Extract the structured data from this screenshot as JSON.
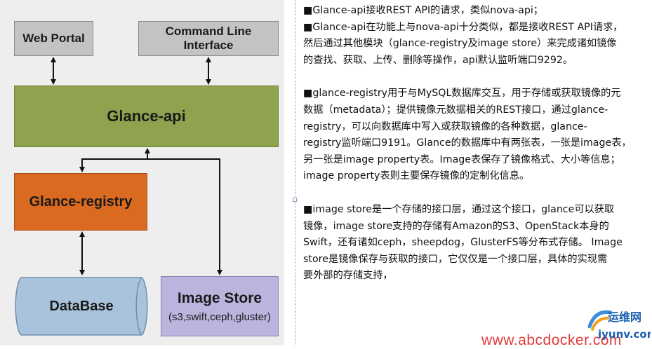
{
  "diagram": {
    "web_portal": "Web Portal",
    "cli": "Command Line Interface",
    "glance_api": "Glance-api",
    "glance_registry": "Glance-registry",
    "database": "DataBase",
    "image_store_title": "Image Store",
    "image_store_backends": "(s3,swift,ceph,gluster)"
  },
  "notes": {
    "p1": "■Glance-api接收REST API的请求，类似nova-api；",
    "p2_l1": "■Glance-api在功能上与nova-api十分类似，都是接收REST API请求，",
    "p2_l2": "然后通过其他模块（glance-registry及image store）来完成诸如镜像",
    "p2_l3": "的查找、获取、上传、删除等操作，api默认监听端口9292。",
    "p3_l1": "■glance-registry用于与MySQL数据库交互，用于存储或获取镜像的元",
    "p3_l2": "数据（metadata）；提供镜像元数据相关的REST接口，通过glance-",
    "p3_l3": "registry，可以向数据库中写入或获取镜像的各种数据，glance-",
    "p3_l4": "registry监听端口9191。Glance的数据库中有两张表，一张是image表，",
    "p3_l5": "另一张是image property表。Image表保存了镜像格式、大小等信息；",
    "p3_l6": "image property表则主要保存镜像的定制化信息。",
    "p4_l1": "■image store是一个存储的接口层，通过这个接口，glance可以获取",
    "p4_l2": "镜像，image store支持的存储有Amazon的S3、OpenStack本身的",
    "p4_l3": "Swift，还有诸如ceph，sheepdog，GlusterFS等分布式存储。 Image",
    "p4_l4": "store是镜像保存与获取的接口，它仅仅是一个接口层，具体的实现需",
    "p4_l5": "要外部的存储支持，"
  },
  "watermark": {
    "site": "www.abcdocker.com",
    "logo_cn": "运维网",
    "logo_url": "iyunv.com"
  }
}
